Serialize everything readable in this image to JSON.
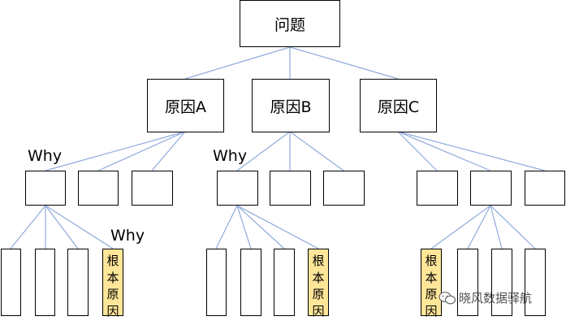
{
  "diagram": {
    "problem": "问题",
    "causes": [
      "原因A",
      "原因B",
      "原因C"
    ],
    "why_label": "Why",
    "root_cause_chars": [
      "根",
      "本",
      "原",
      "因"
    ],
    "line_color": "#8faadc",
    "highlight_color": "#ffe699"
  },
  "watermark": {
    "text": "晓风数据驿航"
  }
}
